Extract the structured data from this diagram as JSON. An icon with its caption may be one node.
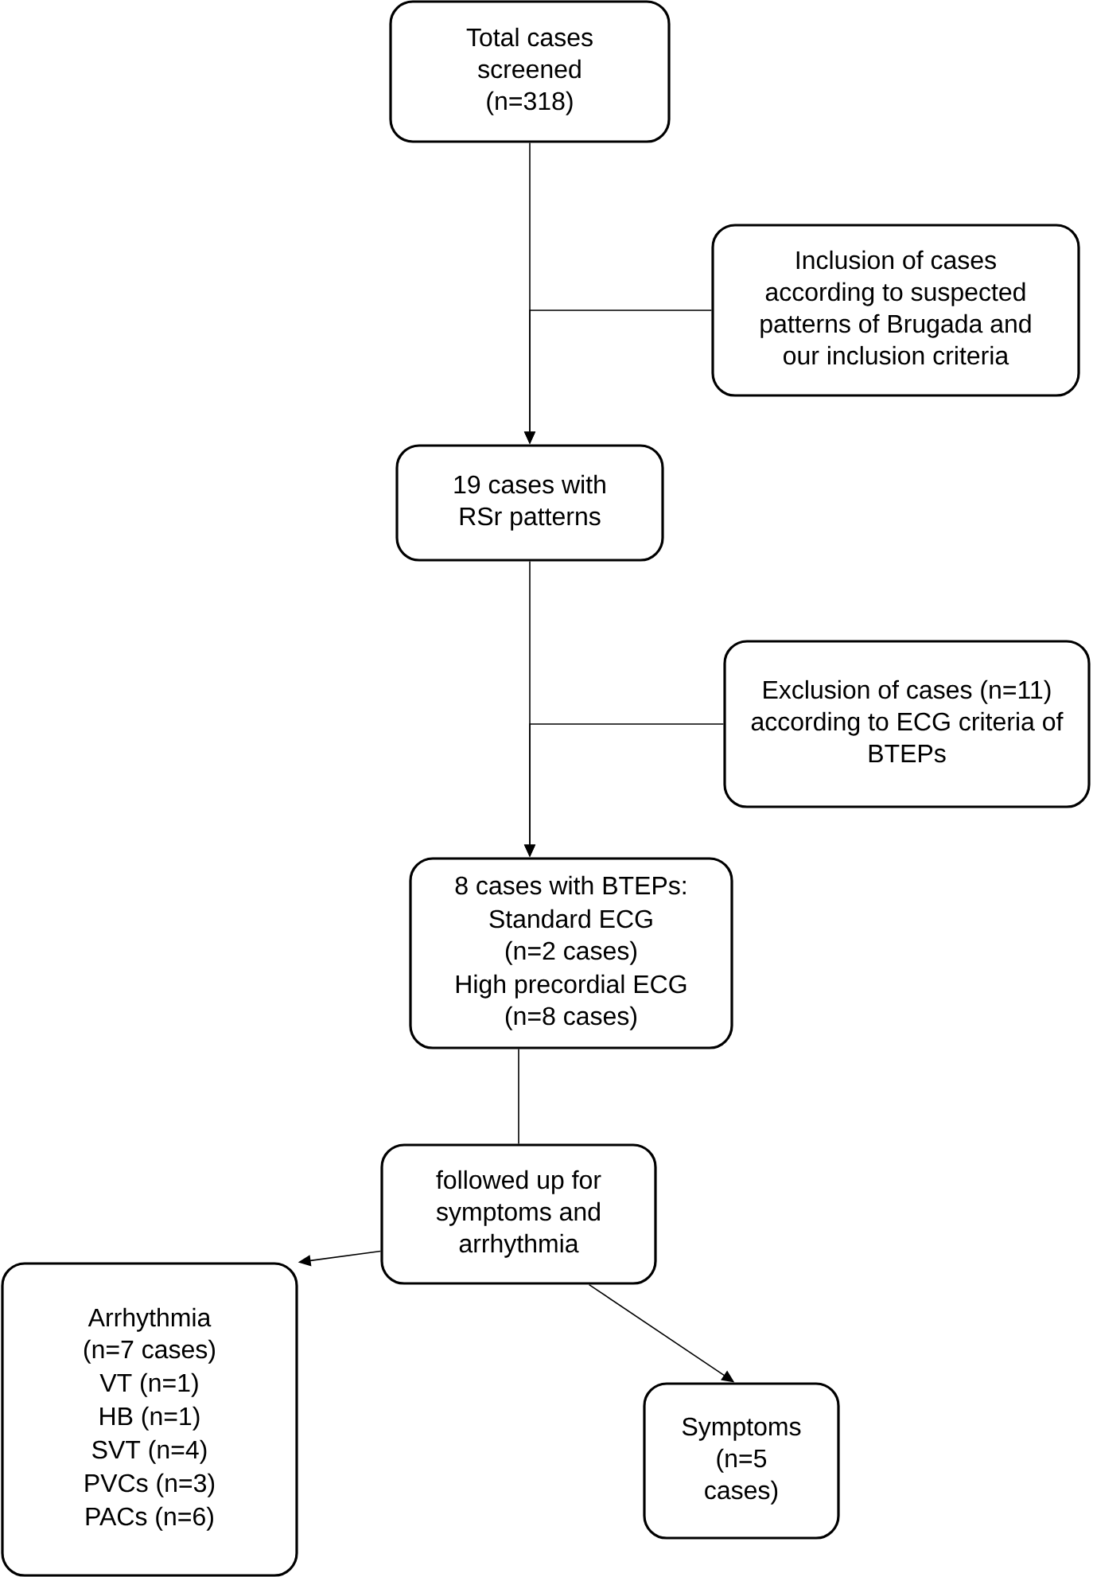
{
  "diagram": {
    "nodes": [
      {
        "text": [
          "Total cases screened (n=318)"
        ]
      },
      {
        "text": [
          "Inclusion of cases according to suspected patterns of Brugada and our inclusion criteria"
        ]
      },
      {
        "text": [
          "19 cases with RSr patterns"
        ]
      },
      {
        "text": [
          "Exclusion of cases (n=11) according to ECG criteria of BTEPs"
        ]
      },
      {
        "text": [
          "8 cases with BTEPs:",
          "Standard ECG (n=2 cases)",
          "High precordial ECG (n=8 cases)"
        ]
      },
      {
        "text": [
          "followed up for symptoms and arrhythmia"
        ]
      },
      {
        "text": [
          "Arrhythmia (n=7 cases)",
          "VT (n=1)",
          "HB (n=1)",
          "SVT (n=4)",
          "PVCs (n=3)",
          "PACs (n=6)"
        ]
      },
      {
        "text": [
          "Symptoms (n=5 cases)"
        ]
      }
    ],
    "edges": [
      {
        "from": 0,
        "to": 2,
        "arrow": "to"
      },
      {
        "from": 1,
        "to": 2,
        "arrow": "to"
      },
      {
        "from": 2,
        "to": 4,
        "arrow": "to"
      },
      {
        "from": 3,
        "to": 4,
        "arrow": "to"
      },
      {
        "from": 4,
        "to": 5,
        "arrow": "none"
      },
      {
        "from": 5,
        "to": 6,
        "arrow": "to"
      },
      {
        "from": 5,
        "to": 7,
        "arrow": "to"
      }
    ]
  }
}
